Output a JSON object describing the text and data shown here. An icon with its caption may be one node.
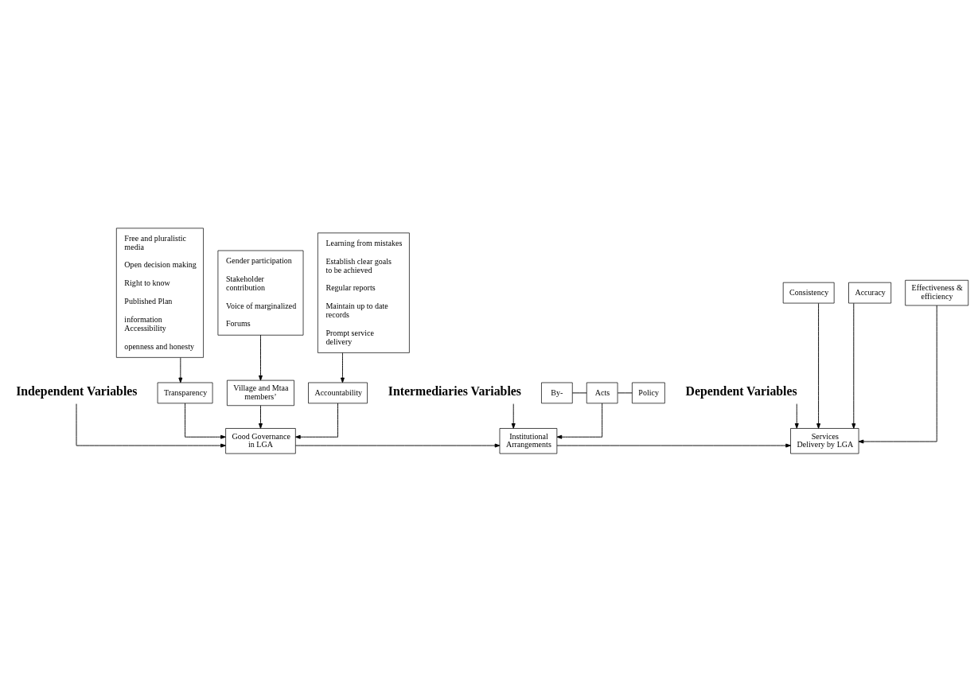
{
  "diagram": {
    "nodes": [
      {
        "text": [
          "Independent Variables"
        ]
      },
      {
        "text": [
          "Intermediaries Variables"
        ]
      },
      {
        "text": [
          "Dependent Variables"
        ]
      },
      {
        "text": [
          "Good Governance in LGA"
        ]
      },
      {
        "text": [
          "Institutional Arrangements"
        ]
      },
      {
        "text": [
          "Services Delivery by LGA"
        ]
      },
      {
        "text": [
          "By-"
        ]
      },
      {
        "text": [
          "Acts"
        ]
      },
      {
        "text": [
          "Policy"
        ]
      },
      {
        "text": [
          "Transparency"
        ]
      },
      {
        "text": [
          "Village and Mtaa members’"
        ]
      },
      {
        "text": [
          "Accountability"
        ]
      },
      {
        "text": [
          "Free and pluralistic media",
          "Open decision making",
          "Right to know",
          "Published Plan",
          "information Accessibility",
          "openness and honesty"
        ]
      },
      {
        "text": [
          "Gender participation",
          "Stakeholder contribution",
          "Voice of marginalized",
          "Forums"
        ]
      },
      {
        "text": [
          "Learning from mistakes",
          "Establish clear goals to be achieved",
          "Regular reports",
          "Maintain up to date records",
          "Prompt service delivery"
        ]
      },
      {
        "text": [
          "Consistency"
        ]
      },
      {
        "text": [
          "Accuracy"
        ]
      },
      {
        "text": [
          "Effectiveness & efficiency"
        ]
      }
    ],
    "edges": [
      {
        "from": 0,
        "to": 3,
        "arrow": "to"
      },
      {
        "from": 1,
        "to": 4,
        "arrow": "to"
      },
      {
        "from": 2,
        "to": 5,
        "arrow": "to"
      },
      {
        "from": 3,
        "to": 4,
        "arrow": "to"
      },
      {
        "from": 4,
        "to": 5,
        "arrow": "to"
      },
      {
        "from": 7,
        "to": 4,
        "arrow": "to"
      },
      {
        "from": 6,
        "to": 7,
        "arrow": "none"
      },
      {
        "from": 7,
        "to": 8,
        "arrow": "none"
      },
      {
        "from": 9,
        "to": 3,
        "arrow": "to"
      },
      {
        "from": 10,
        "to": 3,
        "arrow": "to"
      },
      {
        "from": 11,
        "to": 3,
        "arrow": "to"
      },
      {
        "from": 12,
        "to": 9,
        "arrow": "to"
      },
      {
        "from": 13,
        "to": 10,
        "arrow": "to"
      },
      {
        "from": 14,
        "to": 11,
        "arrow": "to"
      },
      {
        "from": 15,
        "to": 5,
        "arrow": "to"
      },
      {
        "from": 16,
        "to": 5,
        "arrow": "to"
      },
      {
        "from": 17,
        "to": 5,
        "arrow": "to"
      }
    ]
  }
}
